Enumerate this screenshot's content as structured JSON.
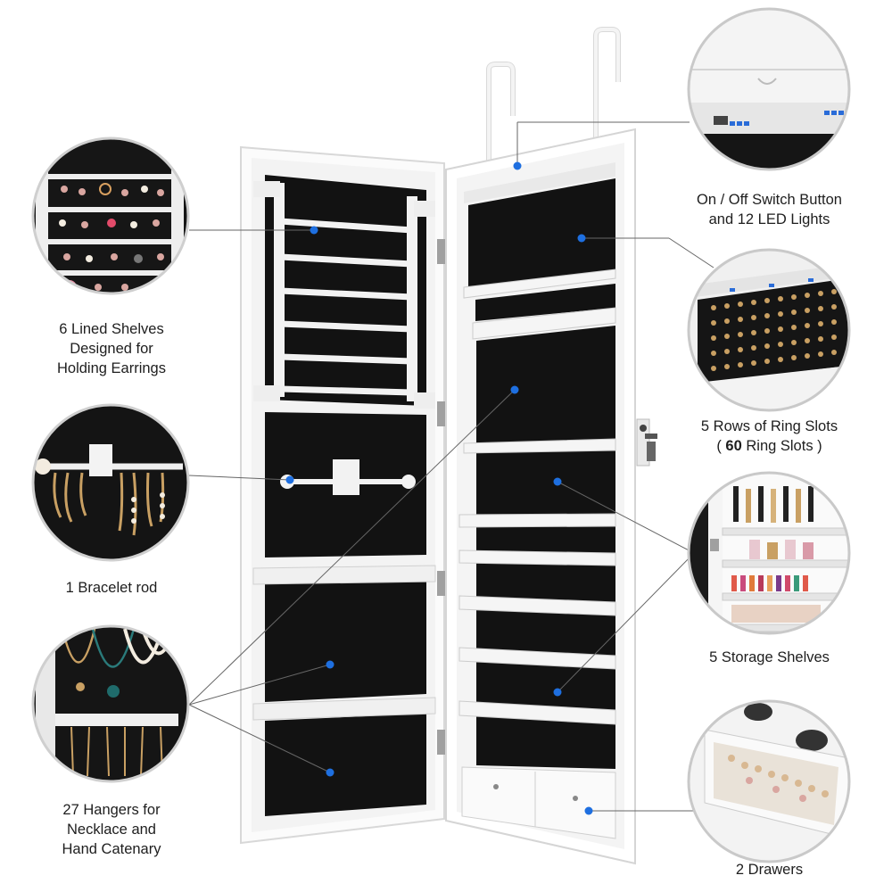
{
  "labels": {
    "earrings": [
      "6 Lined Shelves",
      "Designed for",
      "Holding Earrings"
    ],
    "bracelet": [
      "1 Bracelet rod"
    ],
    "hangers": [
      "27 Hangers for",
      "Necklace and",
      "Hand Catenary"
    ],
    "switch": [
      "On / Off Switch Button",
      "and 12 LED Lights"
    ],
    "rings_line1": "5 Rows of Ring  Slots",
    "rings_line2_prefix": "( ",
    "rings_line2_bold": "60",
    "rings_line2_suffix": " Ring Slots )",
    "storage": [
      "5 Storage Shelves"
    ],
    "drawers": [
      "2 Drawers"
    ]
  },
  "colors": {
    "cabinet": "#ffffff",
    "felt": "#111111",
    "callout_line": "#555555",
    "led_dot": "#1e6fe0",
    "hinge": "#9a9a9a",
    "ring_gold": "#c9a063",
    "pearl": "#f3ece0"
  },
  "icons": {
    "hook": "door-hook-icon",
    "lock": "lock-key-icon",
    "hinge": "hinge-icon"
  }
}
